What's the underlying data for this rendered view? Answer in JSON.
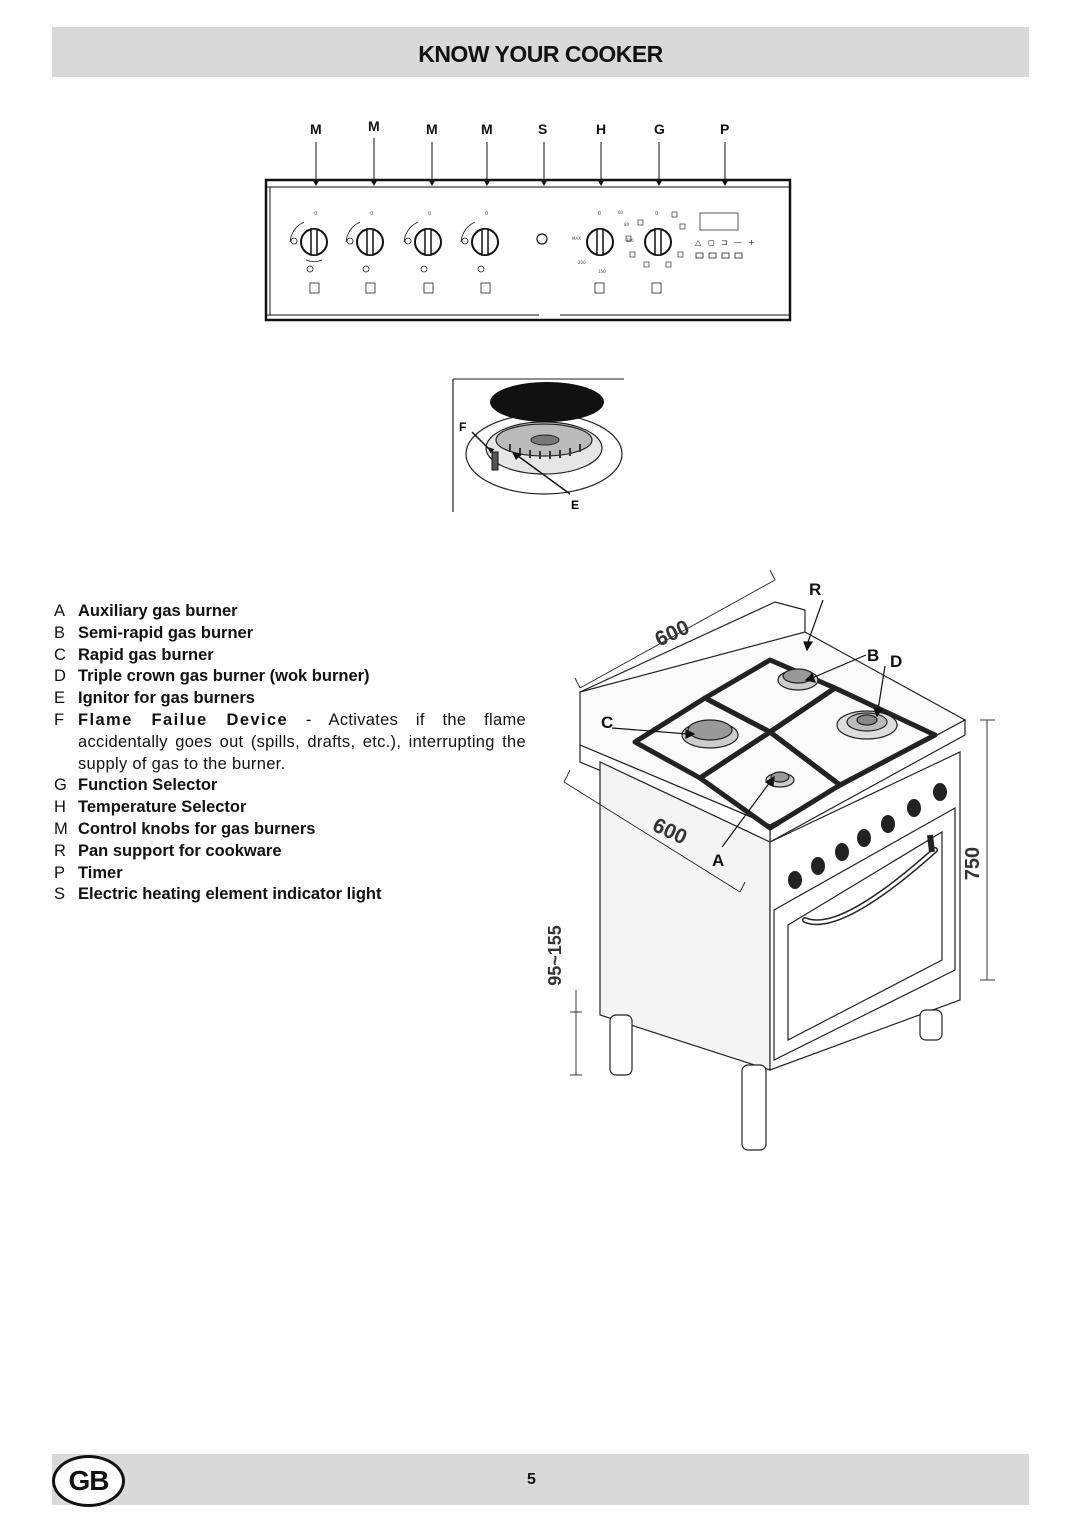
{
  "title": "KNOW YOUR COOKER",
  "panel_labels": [
    "M",
    "M",
    "M",
    "M",
    "S",
    "H",
    "G",
    "P"
  ],
  "burner_labels": {
    "flame": "F",
    "ignitor": "E"
  },
  "legend": [
    {
      "key": "A",
      "text": "Auxiliary gas burner",
      "desc": ""
    },
    {
      "key": "B",
      "text": "Semi-rapid gas burner",
      "desc": ""
    },
    {
      "key": "C",
      "text": "Rapid gas burner",
      "desc": ""
    },
    {
      "key": "D",
      "text": "Triple crown gas burner (wok burner)",
      "desc": ""
    },
    {
      "key": "E",
      "text": "Ignitor for gas burners",
      "desc": ""
    },
    {
      "key": "F",
      "text": "Flame Failue Device",
      "desc": " - Activates if the flame accidentally goes out (spills, drafts, etc.), interrupting the supply of gas to the burner."
    },
    {
      "key": "G",
      "text": "Function Selector",
      "desc": ""
    },
    {
      "key": "H",
      "text": "Temperature Selector",
      "desc": ""
    },
    {
      "key": "M",
      "text": "Control knobs for gas burners",
      "desc": ""
    },
    {
      "key": "R",
      "text": "Pan support for cookware",
      "desc": ""
    },
    {
      "key": "P",
      "text": "Timer",
      "desc": ""
    },
    {
      "key": "S",
      "text": "Electric heating element indicator light",
      "desc": ""
    }
  ],
  "cooker_labels": {
    "r": "R",
    "b": "B",
    "d": "D",
    "c": "C",
    "a": "A"
  },
  "dimensions": {
    "depth": "600",
    "width": "600",
    "height": "750",
    "feet": "95~155"
  },
  "footer": {
    "country": "GB",
    "page": "5"
  }
}
